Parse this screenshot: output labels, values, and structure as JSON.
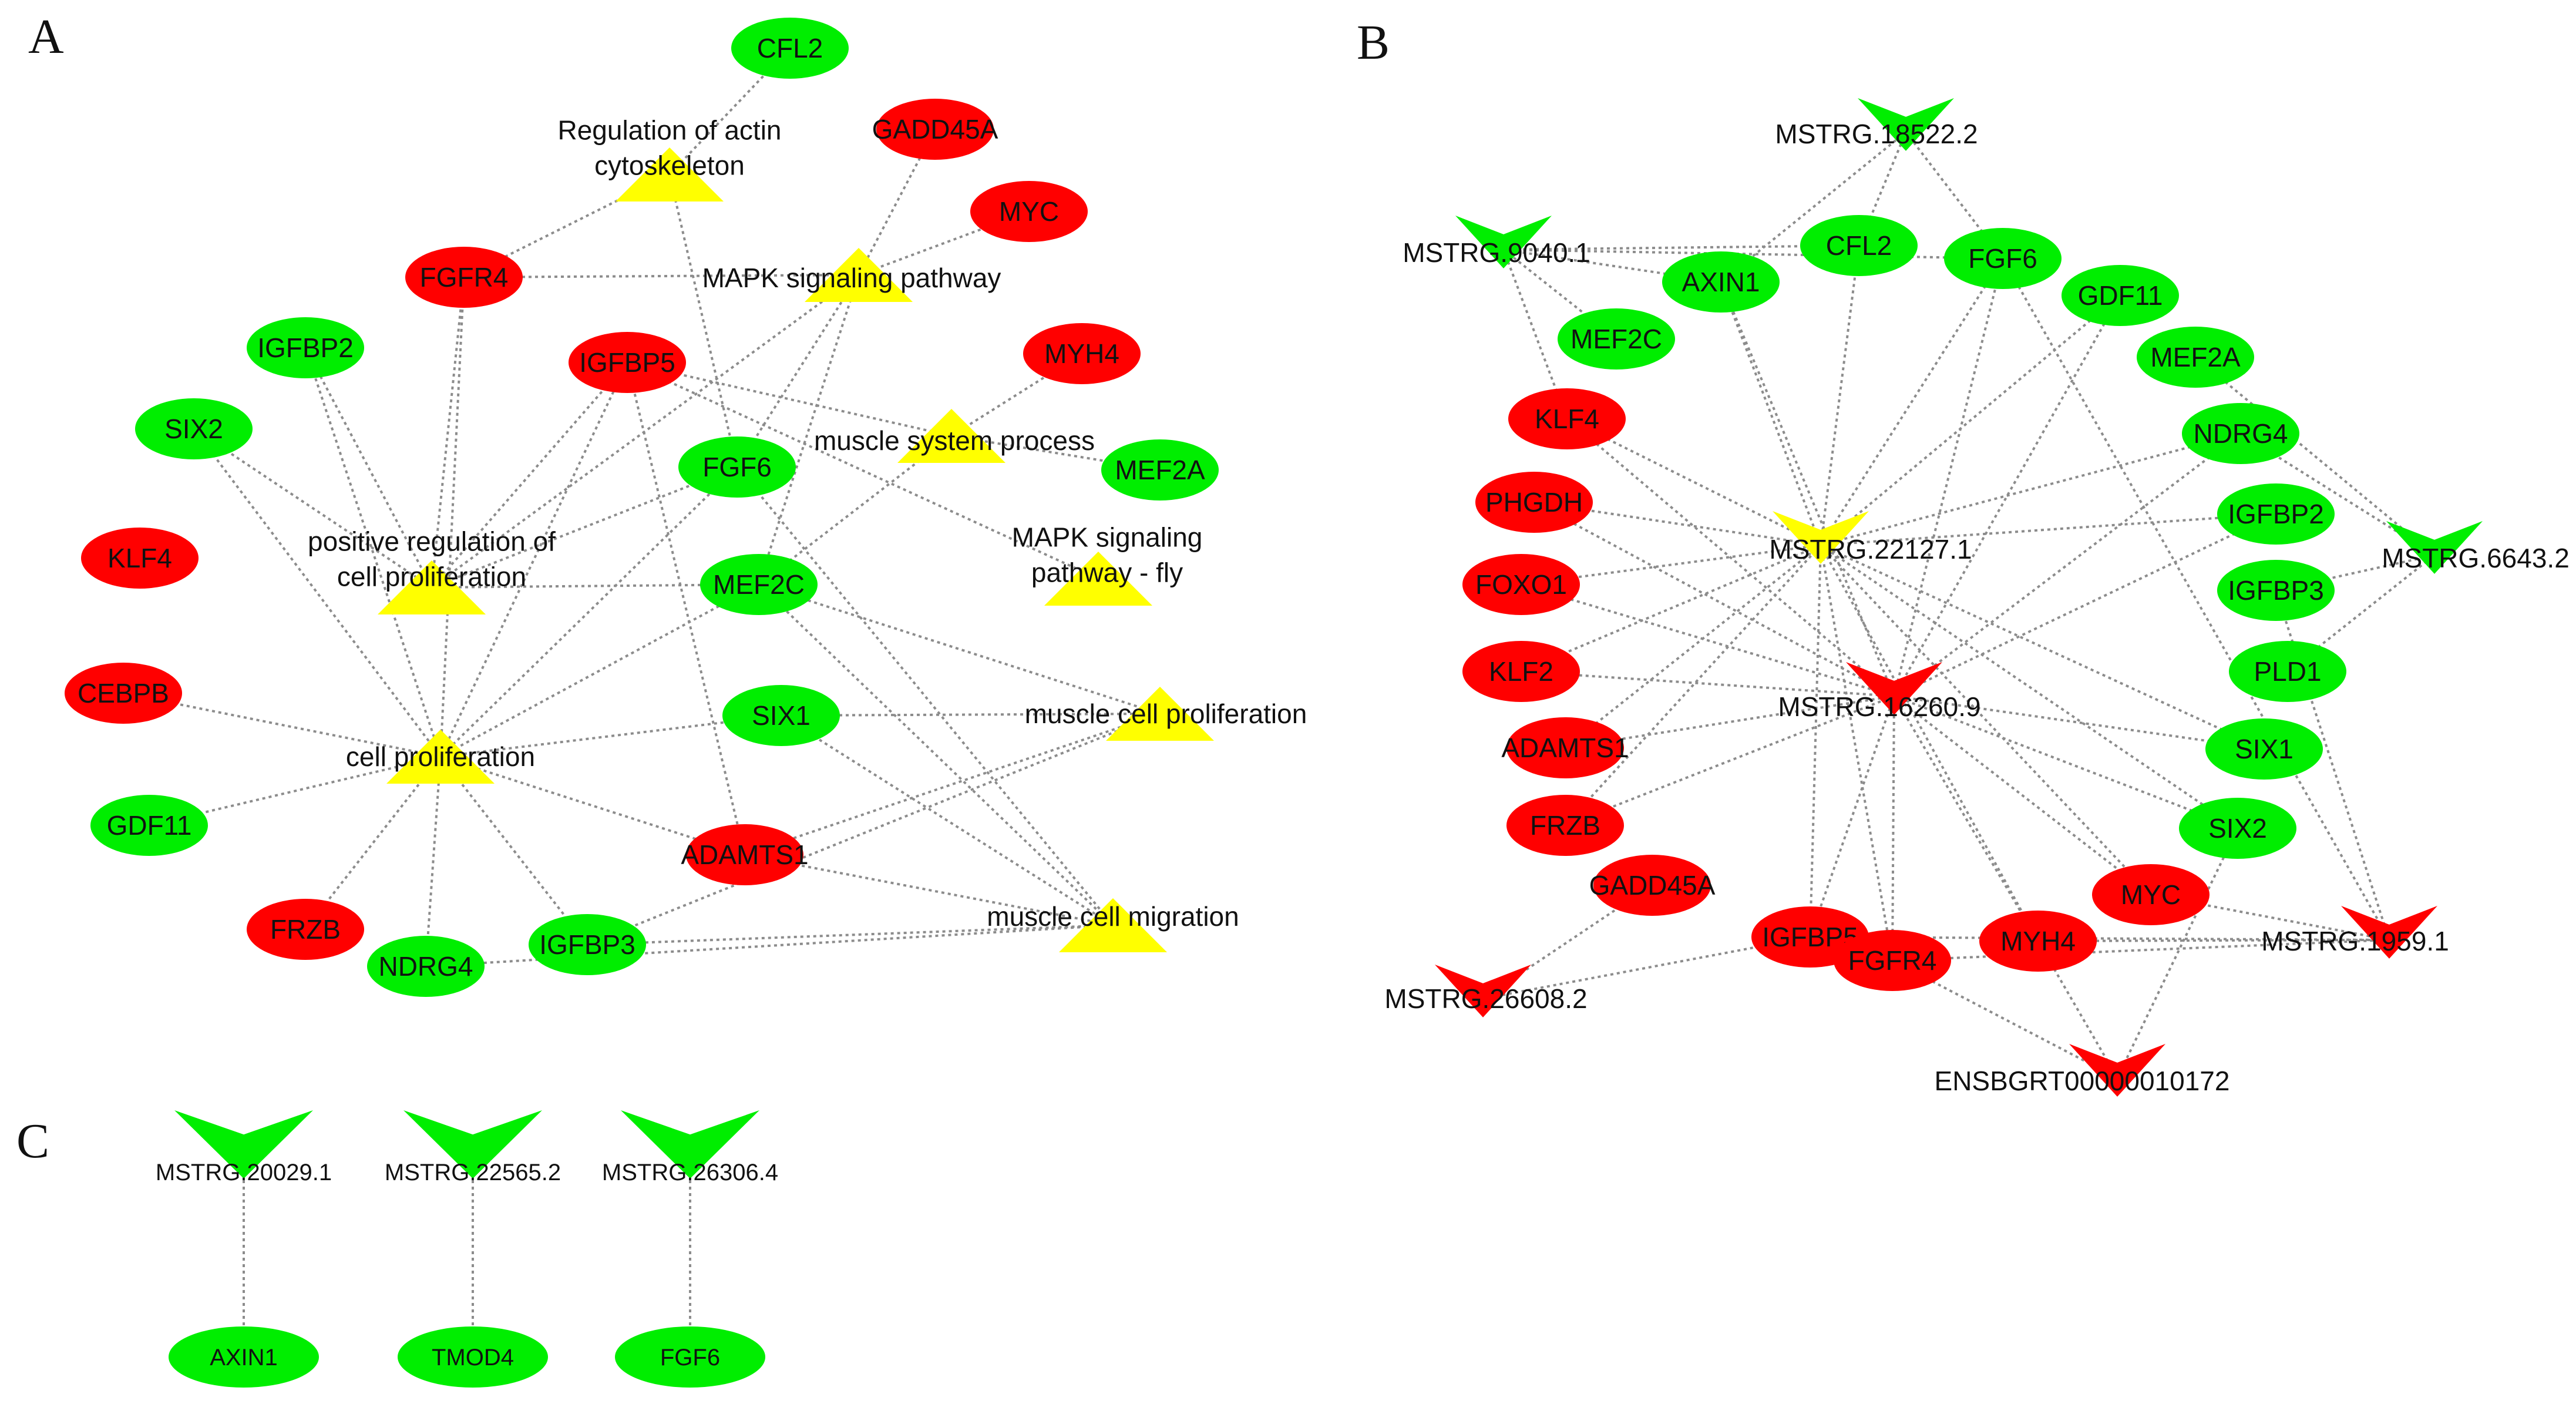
{
  "colors": {
    "up": "#ff0000",
    "down": "#00ee00",
    "term": "#ffff00",
    "edge": "#8c8c8c"
  },
  "panels": [
    {
      "letter": "A",
      "nodes": [
        {
          "id": "CFL2",
          "label": "CFL2",
          "shape": "ellipse",
          "color": "down"
        },
        {
          "id": "GADD45A",
          "label": "GADD45A",
          "shape": "ellipse",
          "color": "up"
        },
        {
          "id": "MYC",
          "label": "MYC",
          "shape": "ellipse",
          "color": "up"
        },
        {
          "id": "FGFR4",
          "label": "FGFR4",
          "shape": "ellipse",
          "color": "up"
        },
        {
          "id": "IGFBP2",
          "label": "IGFBP2",
          "shape": "ellipse",
          "color": "down"
        },
        {
          "id": "IGFBP5",
          "label": "IGFBP5",
          "shape": "ellipse",
          "color": "up"
        },
        {
          "id": "MYH4",
          "label": "MYH4",
          "shape": "ellipse",
          "color": "up"
        },
        {
          "id": "SIX2",
          "label": "SIX2",
          "shape": "ellipse",
          "color": "down"
        },
        {
          "id": "FGF6",
          "label": "FGF6",
          "shape": "ellipse",
          "color": "down"
        },
        {
          "id": "MEF2A",
          "label": "MEF2A",
          "shape": "ellipse",
          "color": "down"
        },
        {
          "id": "KLF4",
          "label": "KLF4",
          "shape": "ellipse",
          "color": "up"
        },
        {
          "id": "MEF2C",
          "label": "MEF2C",
          "shape": "ellipse",
          "color": "down"
        },
        {
          "id": "CEBPB",
          "label": "CEBPB",
          "shape": "ellipse",
          "color": "up"
        },
        {
          "id": "SIX1",
          "label": "SIX1",
          "shape": "ellipse",
          "color": "down"
        },
        {
          "id": "GDF11",
          "label": "GDF11",
          "shape": "ellipse",
          "color": "down"
        },
        {
          "id": "ADAMTS1",
          "label": "ADAMTS1",
          "shape": "ellipse",
          "color": "up"
        },
        {
          "id": "FRZB",
          "label": "FRZB",
          "shape": "ellipse",
          "color": "up"
        },
        {
          "id": "NDRG4",
          "label": "NDRG4",
          "shape": "ellipse",
          "color": "down"
        },
        {
          "id": "IGFBP3",
          "label": "IGFBP3",
          "shape": "ellipse",
          "color": "down"
        },
        {
          "id": "T_actin",
          "label": "Regulation of actin\ncytoskeleton",
          "shape": "triangle",
          "color": "term"
        },
        {
          "id": "T_mapk",
          "label": "MAPK signaling pathway",
          "shape": "triangle",
          "color": "term"
        },
        {
          "id": "T_msp",
          "label": "muscle system process",
          "shape": "triangle",
          "color": "term"
        },
        {
          "id": "T_prcp",
          "label": "positive regulation of\ncell proliferation",
          "shape": "triangle",
          "color": "term"
        },
        {
          "id": "T_mapkfly",
          "label": "MAPK signaling\npathway - fly",
          "shape": "triangle",
          "color": "term"
        },
        {
          "id": "T_cp",
          "label": "cell proliferation",
          "shape": "triangle",
          "color": "term"
        },
        {
          "id": "T_mcp",
          "label": "muscle cell proliferation",
          "shape": "triangle",
          "color": "term"
        },
        {
          "id": "T_mcm",
          "label": "muscle cell migration",
          "shape": "triangle",
          "color": "term"
        }
      ],
      "edges": [
        [
          "CFL2",
          "T_actin"
        ],
        [
          "T_actin",
          "FGFR4"
        ],
        [
          "T_actin",
          "FGF6"
        ],
        [
          "GADD45A",
          "T_mapk"
        ],
        [
          "MYC",
          "T_mapk"
        ],
        [
          "FGFR4",
          "T_mapk"
        ],
        [
          "T_mapk",
          "FGF6"
        ],
        [
          "T_mapk",
          "MEF2C"
        ],
        [
          "T_mapk",
          "T_prcp"
        ],
        [
          "IGFBP5",
          "T_msp"
        ],
        [
          "MYH4",
          "T_msp"
        ],
        [
          "MEF2A",
          "T_msp"
        ],
        [
          "IGFBP5",
          "T_mapkfly"
        ],
        [
          "MEF2C",
          "T_msp"
        ],
        [
          "IGFBP2",
          "T_prcp"
        ],
        [
          "IGFBP5",
          "T_prcp"
        ],
        [
          "FGF6",
          "T_prcp"
        ],
        [
          "MEF2C",
          "T_prcp"
        ],
        [
          "FGFR4",
          "T_prcp"
        ],
        [
          "SIX2",
          "T_prcp"
        ],
        [
          "IGFBP2",
          "T_cp"
        ],
        [
          "FGFR4",
          "T_cp"
        ],
        [
          "IGFBP5",
          "T_cp"
        ],
        [
          "SIX2",
          "T_cp"
        ],
        [
          "FGF6",
          "T_cp"
        ],
        [
          "MEF2C",
          "T_cp"
        ],
        [
          "CEBPB",
          "T_cp"
        ],
        [
          "SIX1",
          "T_cp"
        ],
        [
          "GDF11",
          "T_cp"
        ],
        [
          "FRZB",
          "T_cp"
        ],
        [
          "NDRG4",
          "T_cp"
        ],
        [
          "IGFBP3",
          "T_cp"
        ],
        [
          "ADAMTS1",
          "T_cp"
        ],
        [
          "MEF2C",
          "T_mcp"
        ],
        [
          "SIX1",
          "T_mcp"
        ],
        [
          "ADAMTS1",
          "T_mcp"
        ],
        [
          "IGFBP3",
          "T_mcp"
        ],
        [
          "FGF6",
          "T_mcm"
        ],
        [
          "MEF2C",
          "T_mcm"
        ],
        [
          "SIX1",
          "T_mcm"
        ],
        [
          "ADAMTS1",
          "T_mcm"
        ],
        [
          "IGFBP3",
          "T_mcm"
        ],
        [
          "NDRG4",
          "T_mcm"
        ],
        [
          "IGFBP5",
          "ADAMTS1"
        ]
      ]
    },
    {
      "letter": "B",
      "nodes": [
        {
          "id": "M18522",
          "label": "MSTRG.18522.2",
          "shape": "vee",
          "color": "down"
        },
        {
          "id": "M9040",
          "label": "MSTRG.9040.1",
          "shape": "vee",
          "color": "down"
        },
        {
          "id": "CFL2",
          "label": "CFL2",
          "shape": "ellipse",
          "color": "down"
        },
        {
          "id": "FGF6",
          "label": "FGF6",
          "shape": "ellipse",
          "color": "down"
        },
        {
          "id": "AXIN1",
          "label": "AXIN1",
          "shape": "ellipse",
          "color": "down"
        },
        {
          "id": "GDF11",
          "label": "GDF11",
          "shape": "ellipse",
          "color": "down"
        },
        {
          "id": "MEF2C",
          "label": "MEF2C",
          "shape": "ellipse",
          "color": "down"
        },
        {
          "id": "MEF2A",
          "label": "MEF2A",
          "shape": "ellipse",
          "color": "down"
        },
        {
          "id": "KLF4",
          "label": "KLF4",
          "shape": "ellipse",
          "color": "up"
        },
        {
          "id": "NDRG4",
          "label": "NDRG4",
          "shape": "ellipse",
          "color": "down"
        },
        {
          "id": "PHGDH",
          "label": "PHGDH",
          "shape": "ellipse",
          "color": "up"
        },
        {
          "id": "IGFBP2",
          "label": "IGFBP2",
          "shape": "ellipse",
          "color": "down"
        },
        {
          "id": "M22127",
          "label": "MSTRG.22127.1",
          "shape": "vee",
          "color": "term"
        },
        {
          "id": "M6643",
          "label": "MSTRG.6643.2",
          "shape": "vee",
          "color": "down"
        },
        {
          "id": "FOXO1",
          "label": "FOXO1",
          "shape": "ellipse",
          "color": "up"
        },
        {
          "id": "IGFBP3",
          "label": "IGFBP3",
          "shape": "ellipse",
          "color": "down"
        },
        {
          "id": "PLD1",
          "label": "PLD1",
          "shape": "ellipse",
          "color": "down"
        },
        {
          "id": "KLF2",
          "label": "KLF2",
          "shape": "ellipse",
          "color": "up"
        },
        {
          "id": "M16260",
          "label": "MSTRG.16260.9",
          "shape": "vee",
          "color": "up"
        },
        {
          "id": "ADAMTS1",
          "label": "ADAMTS1",
          "shape": "ellipse",
          "color": "up"
        },
        {
          "id": "SIX1",
          "label": "SIX1",
          "shape": "ellipse",
          "color": "down"
        },
        {
          "id": "FRZB",
          "label": "FRZB",
          "shape": "ellipse",
          "color": "up"
        },
        {
          "id": "SIX2",
          "label": "SIX2",
          "shape": "ellipse",
          "color": "down"
        },
        {
          "id": "GADD45A",
          "label": "GADD45A",
          "shape": "ellipse",
          "color": "up"
        },
        {
          "id": "MYC",
          "label": "MYC",
          "shape": "ellipse",
          "color": "up"
        },
        {
          "id": "IGFBP5",
          "label": "IGFBP5",
          "shape": "ellipse",
          "color": "up"
        },
        {
          "id": "FGFR4",
          "label": "FGFR4",
          "shape": "ellipse",
          "color": "up"
        },
        {
          "id": "MYH4",
          "label": "MYH4",
          "shape": "ellipse",
          "color": "up"
        },
        {
          "id": "M1959",
          "label": "MSTRG.1959.1",
          "shape": "vee",
          "color": "up"
        },
        {
          "id": "M26608",
          "label": "MSTRG.26608.2",
          "shape": "vee",
          "color": "up"
        },
        {
          "id": "ENSB",
          "label": "ENSBGRT00000010172",
          "shape": "vee",
          "color": "up"
        }
      ],
      "edges": [
        [
          "M18522",
          "AXIN1"
        ],
        [
          "M18522",
          "FGF6"
        ],
        [
          "M18522",
          "CFL2"
        ],
        [
          "M9040",
          "CFL2"
        ],
        [
          "M9040",
          "FGF6"
        ],
        [
          "M9040",
          "AXIN1"
        ],
        [
          "M9040",
          "MEF2C"
        ],
        [
          "M9040",
          "KLF4"
        ],
        [
          "KLF4",
          "M22127"
        ],
        [
          "PHGDH",
          "M22127"
        ],
        [
          "FOXO1",
          "M22127"
        ],
        [
          "KLF2",
          "M22127"
        ],
        [
          "ADAMTS1",
          "M22127"
        ],
        [
          "FRZB",
          "M22127"
        ],
        [
          "AXIN1",
          "M22127"
        ],
        [
          "CFL2",
          "M22127"
        ],
        [
          "FGF6",
          "M22127"
        ],
        [
          "GDF11",
          "M22127"
        ],
        [
          "NDRG4",
          "M22127"
        ],
        [
          "IGFBP2",
          "M22127"
        ],
        [
          "M22127",
          "SIX1"
        ],
        [
          "M22127",
          "SIX2"
        ],
        [
          "M22127",
          "MYC"
        ],
        [
          "M22127",
          "MYH4"
        ],
        [
          "M22127",
          "FGFR4"
        ],
        [
          "M22127",
          "IGFBP5"
        ],
        [
          "KLF4",
          "M16260"
        ],
        [
          "PHGDH",
          "M16260"
        ],
        [
          "FOXO1",
          "M16260"
        ],
        [
          "KLF2",
          "M16260"
        ],
        [
          "ADAMTS1",
          "M16260"
        ],
        [
          "FRZB",
          "M16260"
        ],
        [
          "AXIN1",
          "M16260"
        ],
        [
          "FGF6",
          "M16260"
        ],
        [
          "GDF11",
          "M16260"
        ],
        [
          "NDRG4",
          "M16260"
        ],
        [
          "IGFBP2",
          "M16260"
        ],
        [
          "M16260",
          "SIX1"
        ],
        [
          "M16260",
          "SIX2"
        ],
        [
          "M16260",
          "MYC"
        ],
        [
          "M16260",
          "MYH4"
        ],
        [
          "M16260",
          "FGFR4"
        ],
        [
          "M16260",
          "IGFBP5"
        ],
        [
          "MEF2A",
          "M6643"
        ],
        [
          "NDRG4",
          "M6643"
        ],
        [
          "IGFBP3",
          "M6643"
        ],
        [
          "PLD1",
          "M6643"
        ],
        [
          "FGF6",
          "M1959"
        ],
        [
          "IGFBP3",
          "M1959"
        ],
        [
          "MYC",
          "M1959"
        ],
        [
          "MYH4",
          "M1959"
        ],
        [
          "FGFR4",
          "M1959"
        ],
        [
          "IGFBP5",
          "M1959"
        ],
        [
          "GADD45A",
          "M26608"
        ],
        [
          "IGFBP5",
          "M26608"
        ],
        [
          "FGFR4",
          "ENSB"
        ],
        [
          "MYH4",
          "ENSB"
        ],
        [
          "SIX2",
          "ENSB"
        ]
      ]
    },
    {
      "letter": "C",
      "nodes": [
        {
          "id": "M20029",
          "label": "MSTRG.20029.1",
          "shape": "vee",
          "color": "down"
        },
        {
          "id": "M22565",
          "label": "MSTRG.22565.2",
          "shape": "vee",
          "color": "down"
        },
        {
          "id": "M26306",
          "label": "MSTRG.26306.4",
          "shape": "vee",
          "color": "down"
        },
        {
          "id": "AXIN1",
          "label": "AXIN1",
          "shape": "ellipse",
          "color": "down"
        },
        {
          "id": "TMOD4",
          "label": "TMOD4",
          "shape": "ellipse",
          "color": "down"
        },
        {
          "id": "FGF6",
          "label": "FGF6",
          "shape": "ellipse",
          "color": "down"
        }
      ],
      "edges": [
        [
          "M20029",
          "AXIN1"
        ],
        [
          "M22565",
          "TMOD4"
        ],
        [
          "M26306",
          "FGF6"
        ]
      ]
    }
  ]
}
